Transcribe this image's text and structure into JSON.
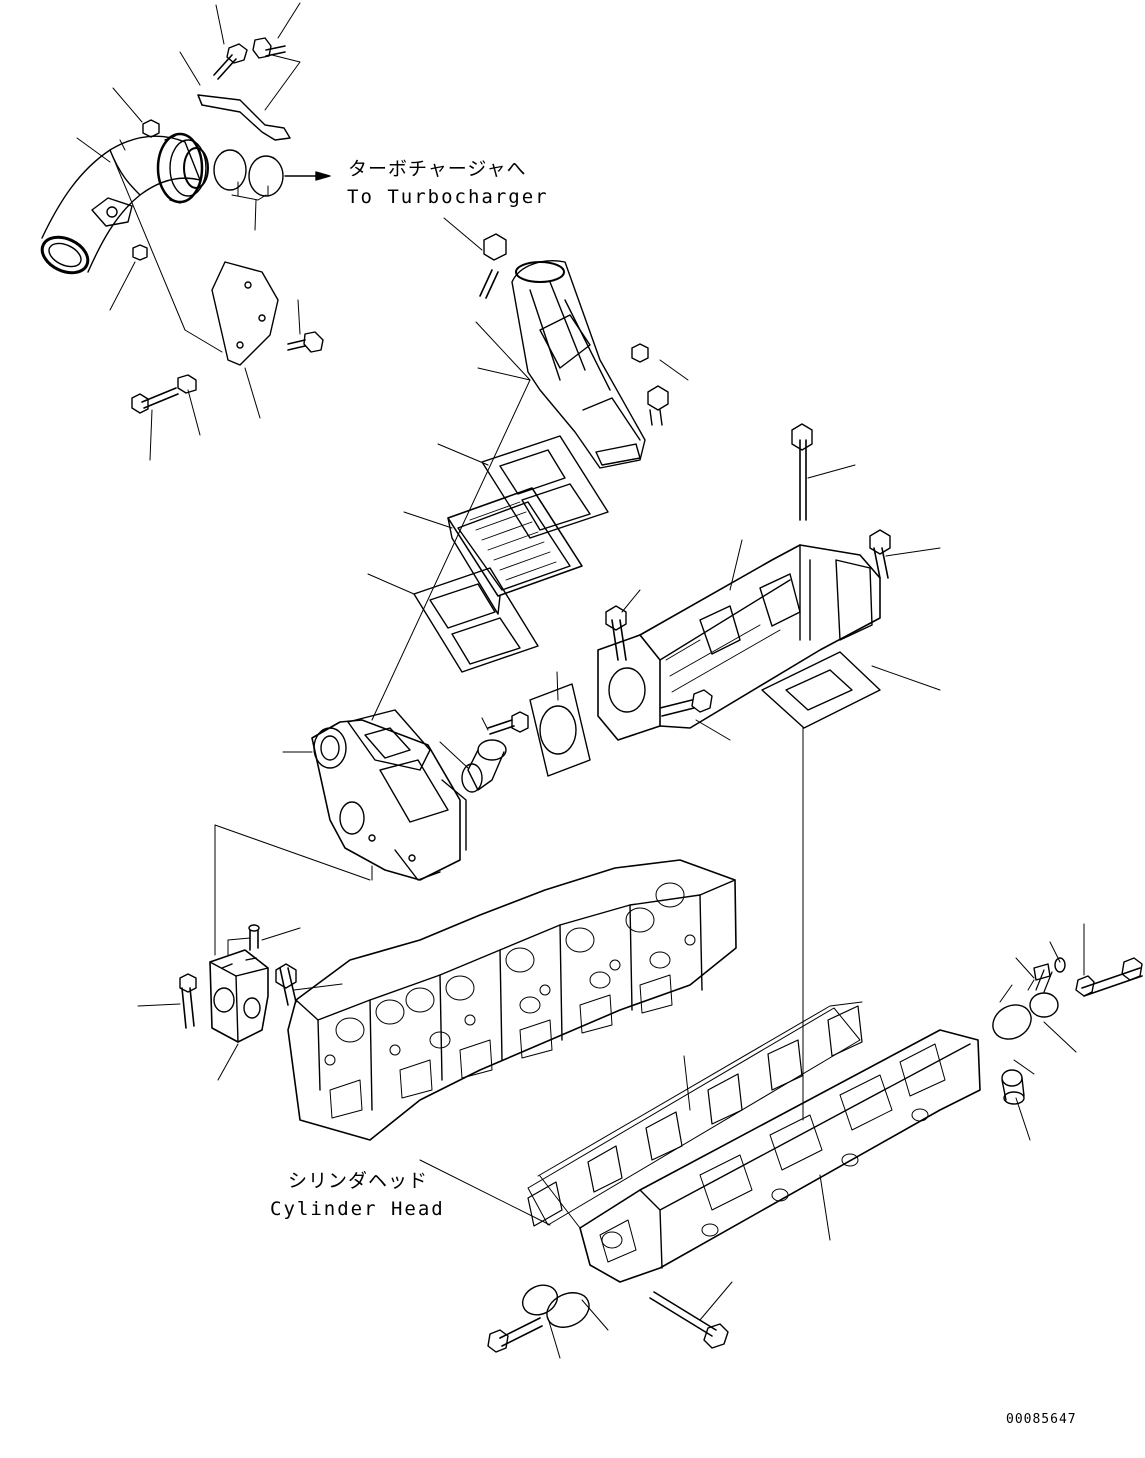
{
  "annotations": {
    "turbo_jp": "ターボチャージャへ",
    "turbo_en": "To Turbocharger",
    "head_jp": "シリンダヘッド",
    "head_en": "Cylinder Head",
    "drawing_code": "00085647"
  },
  "colors": {
    "ink": "#000000",
    "paper": "#ffffff"
  }
}
